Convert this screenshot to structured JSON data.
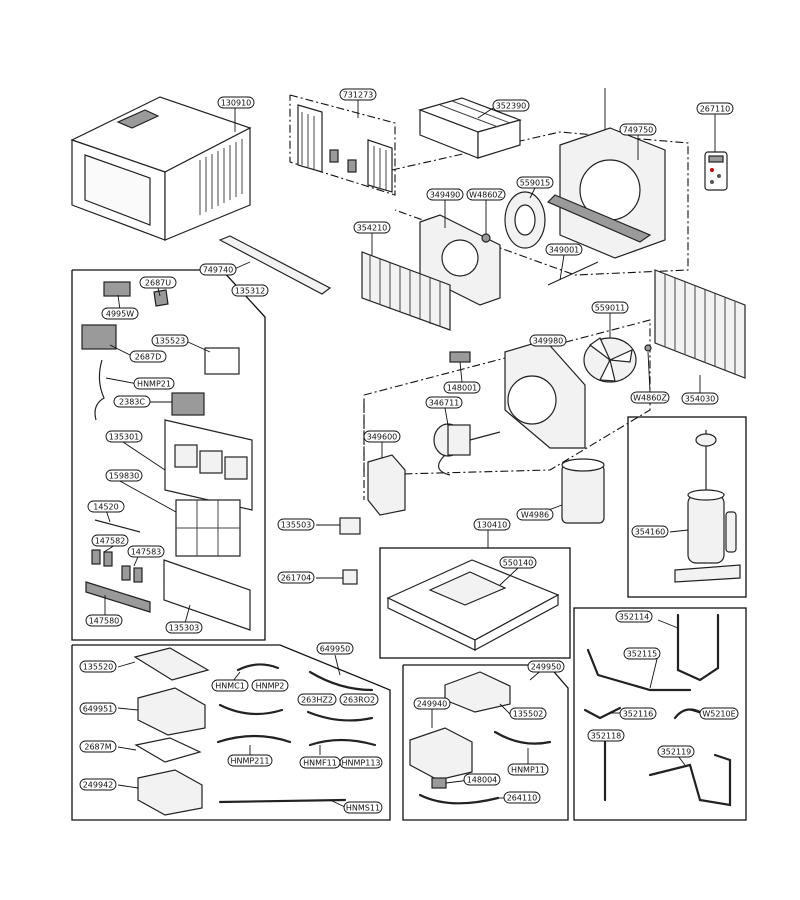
{
  "parts": {
    "p130910": "130910",
    "p731273": "731273",
    "p352390": "352390",
    "p267110": "267110",
    "p749750": "749750",
    "p349490": "349490",
    "pW4860Z_a": "W4860Z",
    "p559015": "559015",
    "p354210": "354210",
    "p349001": "349001",
    "p749740": "749740",
    "p2687U": "2687U",
    "p135312": "135312",
    "p4995W": "4995W",
    "p135523": "135523",
    "p2687D": "2687D",
    "pHNMP21": "HNMP21",
    "p2383C": "2383C",
    "p135301": "135301",
    "p159830": "159830",
    "p14520": "14520",
    "p147582_a": "147582",
    "p147583": "147583",
    "p147580": "147580",
    "p135303": "135303",
    "p559011": "559011",
    "p349980": "349980",
    "p148001": "148001",
    "p346711": "346711",
    "p349600": "349600",
    "pW4860Z_b": "W4860Z",
    "p354030": "354030",
    "pW4986": "W4986",
    "p135503": "135503",
    "p261704": "261704",
    "p130410": "130410",
    "p550140": "550140",
    "p354160": "354160",
    "p135520": "135520",
    "p649950": "649950",
    "pHNMC1": "HNMC1",
    "pHNMP2": "HNMP2",
    "p263HZ2": "263HZ2",
    "p263RO2": "263RO2",
    "p649951": "649951",
    "p2687M": "2687M",
    "pHNMP211": "HNMP211",
    "pHNMF11_a": "HNMF11",
    "pHNMP113": "HNMP113",
    "p249942": "249942",
    "pHNMS11": "HNMS11",
    "p249950": "249950",
    "p249940": "249940",
    "p135502": "135502",
    "pHNMP11": "HNMP11",
    "p148004": "148004",
    "p264110": "264110",
    "p352114": "352114",
    "p352115": "352115",
    "p352116": "352116",
    "pW5210E": "W5210E",
    "p352118": "352118",
    "p352119": "352119"
  }
}
